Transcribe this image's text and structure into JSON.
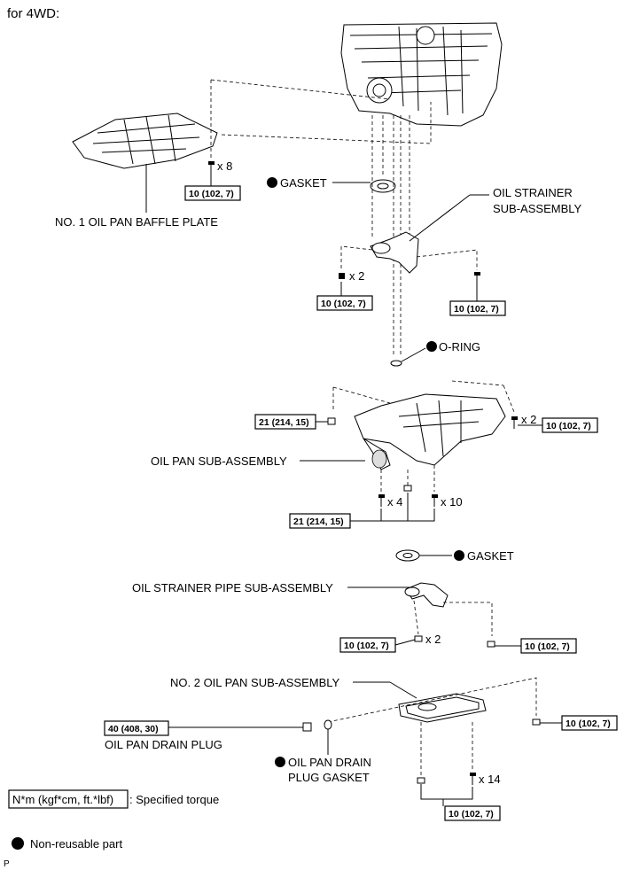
{
  "header": {
    "title": "for 4WD:"
  },
  "labels": {
    "baffle_plate": "NO. 1 OIL PAN BAFFLE PLATE",
    "gasket_top": "GASKET",
    "oil_strainer_l1": "OIL STRAINER",
    "oil_strainer_l2": "SUB-ASSEMBLY",
    "o_ring": "O-RING",
    "oil_pan": "OIL PAN SUB-ASSEMBLY",
    "gasket_pipe": "GASKET",
    "strainer_pipe": "OIL STRAINER PIPE SUB-ASSEMBLY",
    "no2_oil_pan": "NO. 2 OIL PAN SUB-ASSEMBLY",
    "drain_plug": "OIL PAN DRAIN PLUG",
    "drain_gasket_l1": "OIL PAN DRAIN",
    "drain_gasket_l2": "PLUG GASKET"
  },
  "torques": {
    "t1": "10 (102, 7)",
    "t2": "10 (102, 7)",
    "t3": "10 (102, 7)",
    "t4": "21 (214, 15)",
    "t5": "10 (102, 7)",
    "t6": "21 (214, 15)",
    "t7": "10 (102, 7)",
    "t8": "10 (102, 7)",
    "t9": "40 (408, 30)",
    "t10": "10 (102, 7)",
    "t11": "10 (102, 7)"
  },
  "quantities": {
    "q1": "x 8",
    "q2": "x 2",
    "q3": "x 2",
    "q4": "x 4",
    "q5": "x 10",
    "q6": "x 2",
    "q7": "x 14"
  },
  "legend": {
    "torque_box": "N*m (kgf*cm, ft.*lbf)",
    "torque_desc": ": Specified torque",
    "non_reusable": "Non-reusable part"
  },
  "footer": {
    "code": "P"
  }
}
